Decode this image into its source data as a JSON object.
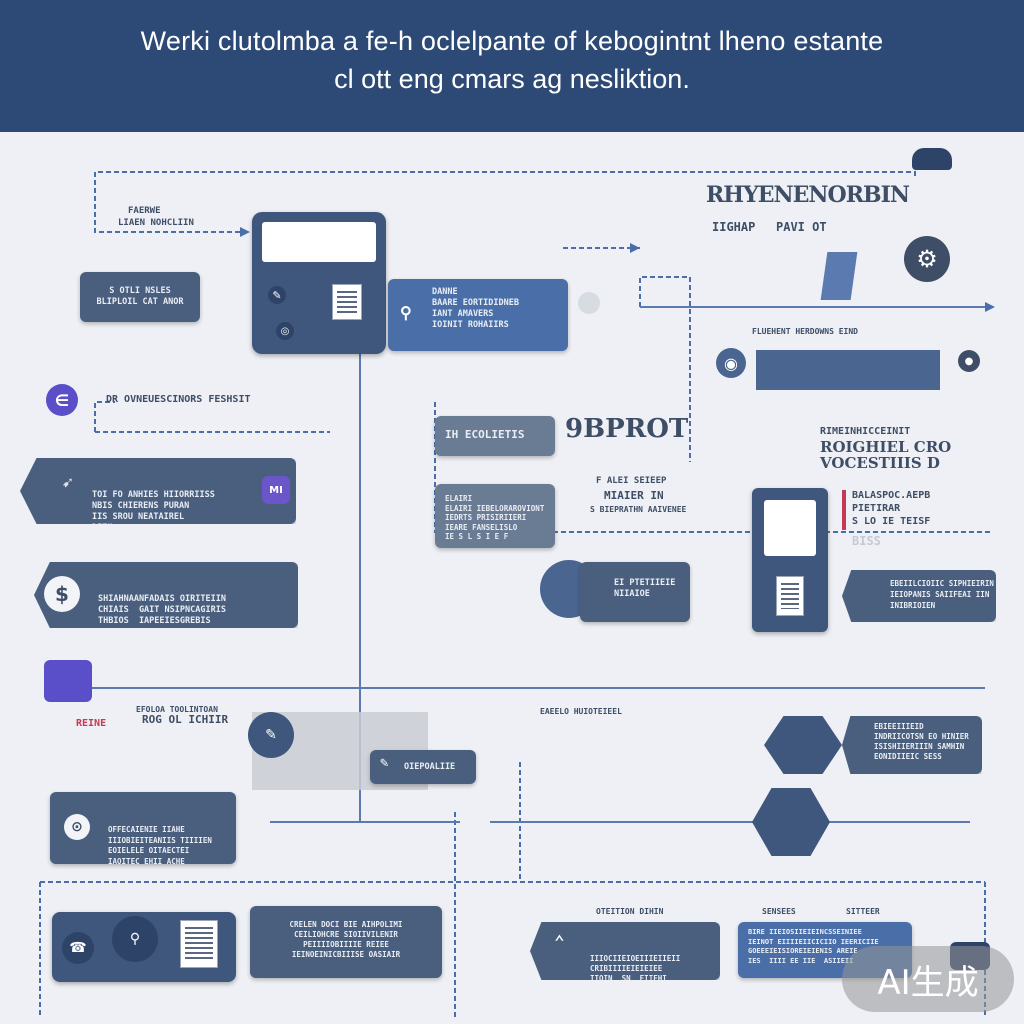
{
  "header": {
    "line1": "Werki clutolmba a fe-h oclelpante of kebogintnt lheno estante",
    "line2": "cl ott eng cmars ag nesliktion."
  },
  "labels": {
    "top_left_caption_1": "FAERWE",
    "top_left_caption_2": "LIAEN NOHCLIIN",
    "right_title": "RHYENENORBIN",
    "right_sub_1": "IIGHAP",
    "right_sub_2": "PAVI OT",
    "left_row_label": "DR OVNEUESCINORS FESHSIT",
    "mid_big": "9BPROT",
    "mid_small_box": "IH ECOLIETIS",
    "right_heading_1": "RIMEINHICCEINIT",
    "right_heading_2": "ROIGHIEL CRO",
    "right_heading_3": "VOCESTIIIS D",
    "mid_caption_1": "F ALEI SEIEEP",
    "mid_caption_2": "MIAIER IN",
    "mid_caption_3": "S BIEPRATHN  AAIVENEE",
    "pink_caption_1": "BALASPOC.AEPB",
    "pink_caption_2": "PIETIRAR",
    "pink_caption_3": "S LO IE TEISF",
    "pink_caption_4": "BISS",
    "lower_left_label_1": "EFOLOA TOOLINTOAN",
    "lower_left_label_2": "ROG OL ICHIIR",
    "red_tag": "REINE",
    "mid_row_caption": "EAEELO HUIOTEIEEL",
    "bottom_caption_1": "OTEITION DIHIN",
    "bottom_caption_2": "SENSEES",
    "bottom_caption_3": "SITTEER",
    "icon_row_label": "FLUEHENT HERDOWNS EIND"
  },
  "boxes": {
    "b1": "S OTLI NSLES\nBLIPLOIL CAT ANOR",
    "b2": "DANNE\nBAARE EORTIDIDNEB\nIANT AMAVERS\nIOINIT ROHAIIRS",
    "b3": "TOI FO ANHIES HIIORRIISS\nNBIS CHIERENS PURAN\nIIS SROU NEATAIREL\nDIEH",
    "b4": "SHIAHNAANFADAIS OIRITEIIN\nCHIAIS  GAIT NSIPNCAGIRIS\nTHBIOS  IAPEEIESGREBIS",
    "b5": "ELAIRI\nELAIRI IEBELORAROVIONT\nIEDRTS PRISIRIIERI\nIEARE FANSELISLO\nIE S L S I E F",
    "b6": "EI PTETIIEIE\nNIIAIOE",
    "b7": "EBEIILCIOIIC SIPHIEIRIN\nIEIOPANIS SAIIFEAI IIN\nINIBRIOIEN",
    "b8": "OIEPOALIIE",
    "b9": "EBIEEIIIEID\nINDRIICOTSN EO HINIER\nISISHIIERIIIN SAMHIN\nEONIDIIEIC SESS",
    "b10": "OFFECAIENIE IIAHE\nIIIOBIEITEANIIS TIIIIEN\nEOIELELE OITAECTEI\nIAOITEC EHII ACHE",
    "b11": "CRELEN DOCI BIE AIHPOLIMI\nCEILIOHCRE SIOIIVILENIR\nPEIIIIOBIIIIE REIEE\nIEINOEINICBIIISE OASIAIR",
    "b12": "IIIOCIIEIOEIIIEIIEII\nCRIBIIIIEIEIEIEE\nIIOIN  SN  EIIEHI",
    "b13": "BIRE IIEIOSIIEIEINCSSEINIEE\nIEINOT EIIIIEIICICIIO IEERICIIE\nGOEEEIEISIOREIEIENIS AREIE\nIES  IIII EE IIE  ASIIEII"
  },
  "icons": {
    "pin": "pin-icon",
    "gear": "gear-icon",
    "eye": "eye-icon",
    "dollar": "dollar-icon",
    "briefcase": "briefcase-icon",
    "document": "document-icon",
    "diamond": "diamond-icon",
    "arrow_up": "chevron-up-icon",
    "phone": "phone-icon",
    "target": "target-icon",
    "user": "user-icon"
  },
  "colors": {
    "header_bg": "#2c4a75",
    "box": "#4a5f7e",
    "box_blue": "#4a6fa8",
    "line": "#4a6fa8",
    "accent_purple": "#5b4fc9",
    "accent_red": "#c23a54"
  },
  "watermark": "AI生成"
}
